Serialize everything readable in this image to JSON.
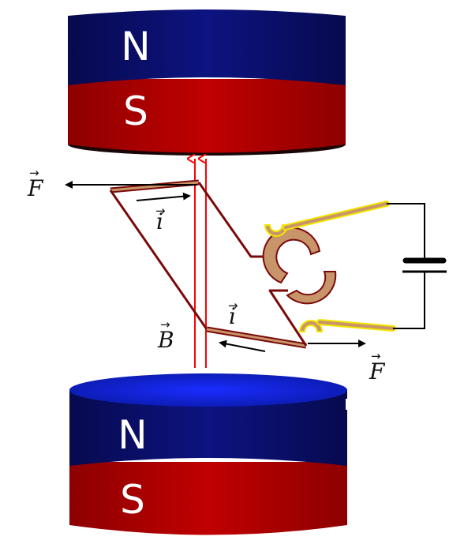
{
  "magnets": {
    "top": {
      "north_label": "N",
      "south_label": "S"
    },
    "bottom": {
      "north_label": "N",
      "south_label": "S"
    }
  },
  "labels": {
    "force_left": "F",
    "force_right": "F",
    "current_top": "i",
    "current_bottom": "i",
    "field": "B",
    "vector_arrow": "⃗"
  },
  "colors": {
    "north_pole": "#0a0e72",
    "south_pole": "#b40000",
    "loop_wire": "#7a0a0a",
    "field_lines": "#ff0000",
    "commutator": "#c8946a",
    "brush_outline": "#f2e600",
    "circuit_wire": "#000000"
  }
}
